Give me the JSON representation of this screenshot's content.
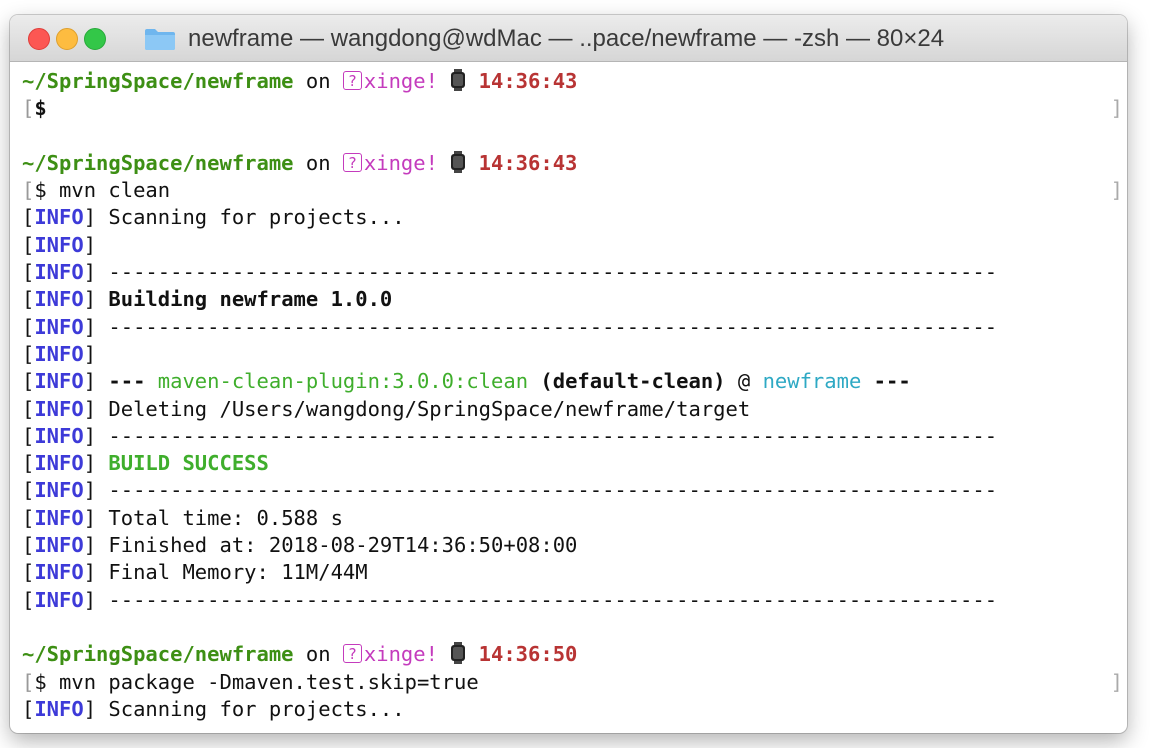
{
  "window": {
    "title": "newframe — wangdong@wdMac — ..pace/newframe — -zsh — 80×24"
  },
  "prompts": [
    {
      "path": "~/SpringSpace/newframe",
      "on": "on",
      "branch": "xinge!",
      "time": "14:36:43",
      "cmd": ""
    },
    {
      "path": "~/SpringSpace/newframe",
      "on": "on",
      "branch": "xinge!",
      "time": "14:36:43",
      "cmd": "mvn clean"
    },
    {
      "path": "~/SpringSpace/newframe",
      "on": "on",
      "branch": "xinge!",
      "time": "14:36:50",
      "cmd": "mvn package -Dmaven.test.skip=true"
    }
  ],
  "symbols": {
    "dollar": "$",
    "question_box": "?",
    "left_bracket": "[",
    "right_bracket": "]",
    "info_open": "[",
    "info_tag": "INFO",
    "info_close": "]"
  },
  "output": {
    "scanning": "Scanning for projects...",
    "separator": "------------------------------------------------------------------------",
    "building": "Building newframe 1.0.0",
    "plugin_prefix": "---",
    "plugin_name": "maven-clean-plugin:3.0.0:clean",
    "plugin_exec": "(default-clean)",
    "plugin_at": "@",
    "plugin_project": "newframe",
    "plugin_suffix": "---",
    "deleting": "Deleting /Users/wangdong/SpringSpace/newframe/target",
    "build_success": "BUILD SUCCESS",
    "total_time": "Total time: 0.588 s",
    "finished_at": "Finished at: 2018-08-29T14:36:50+08:00",
    "final_memory": "Final Memory: 11M/44M"
  },
  "colors": {
    "path": "#3d8f14",
    "branch": "#c43bbd",
    "time": "#b83434",
    "info": "#3d3ad8",
    "success": "#3fae2c",
    "project": "#2ea9c4"
  },
  "icons": [
    "folder-icon",
    "watch-icon",
    "question-box-icon"
  ]
}
